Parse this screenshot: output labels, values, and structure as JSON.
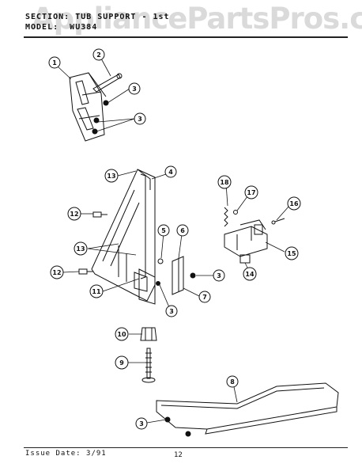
{
  "header": {
    "section_label": "SECTION:",
    "section_value": "TUB SUPPORT - 1st",
    "model_label": "MODEL:",
    "model_value": "WU384"
  },
  "watermark": "AppliancePartsPros.com",
  "footer": {
    "issue_date": "Issue Date: 3/91",
    "page_number": "12"
  },
  "callouts": [
    {
      "id": "c1",
      "label": "1"
    },
    {
      "id": "c2",
      "label": "2"
    },
    {
      "id": "c3a",
      "label": "3"
    },
    {
      "id": "c3b",
      "label": "3"
    },
    {
      "id": "c13a",
      "label": "13"
    },
    {
      "id": "c4",
      "label": "4"
    },
    {
      "id": "c12a",
      "label": "12"
    },
    {
      "id": "c5",
      "label": "5"
    },
    {
      "id": "c6",
      "label": "6"
    },
    {
      "id": "c13b",
      "label": "13"
    },
    {
      "id": "c12b",
      "label": "12"
    },
    {
      "id": "c3c",
      "label": "3"
    },
    {
      "id": "c11",
      "label": "11"
    },
    {
      "id": "c7",
      "label": "7"
    },
    {
      "id": "c3d",
      "label": "3"
    },
    {
      "id": "c18",
      "label": "18"
    },
    {
      "id": "c17",
      "label": "17"
    },
    {
      "id": "c16",
      "label": "16"
    },
    {
      "id": "c15",
      "label": "15"
    },
    {
      "id": "c14",
      "label": "14"
    },
    {
      "id": "c10",
      "label": "10"
    },
    {
      "id": "c9",
      "label": "9"
    },
    {
      "id": "c8",
      "label": "8"
    },
    {
      "id": "c3e",
      "label": "3"
    }
  ]
}
